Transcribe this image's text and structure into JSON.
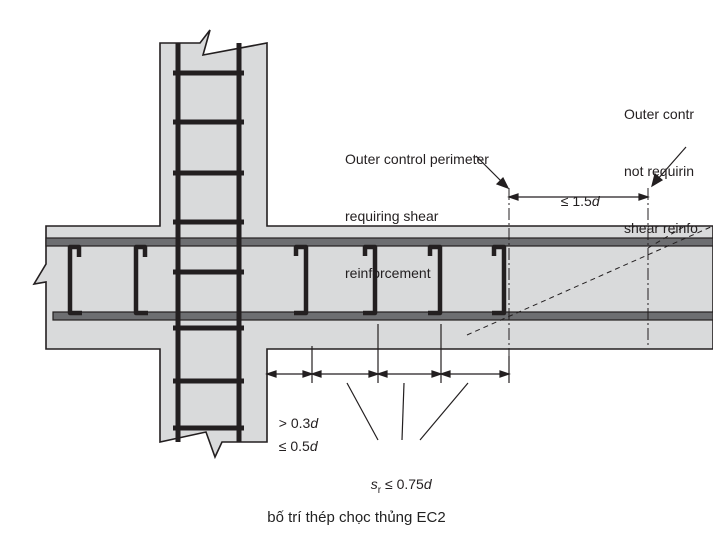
{
  "labels": {
    "left_perimeter": [
      "Outer control perimeter",
      "requiring shear",
      "reinforcement"
    ],
    "right_perimeter": [
      "Outer contr",
      "not requirin",
      "shear reinfo"
    ],
    "dim_top": {
      "prefix": "≤ 1.5",
      "var": "d"
    },
    "dim_first": {
      "prefix": "> 0.3",
      "var": "d"
    },
    "dim_first_max": {
      "prefix": "≤ 0.5",
      "var": "d"
    },
    "spacing": {
      "var": "s",
      "sub": "r",
      "suffix": " ≤ 0.75",
      "var2": "d"
    }
  },
  "caption": "bố trí thép chọc thủng EC2",
  "colors": {
    "concrete_fill": "#d9dadb",
    "outline": "#231f20",
    "bar_grey": "#6d6e71",
    "link_black": "#231f20"
  }
}
